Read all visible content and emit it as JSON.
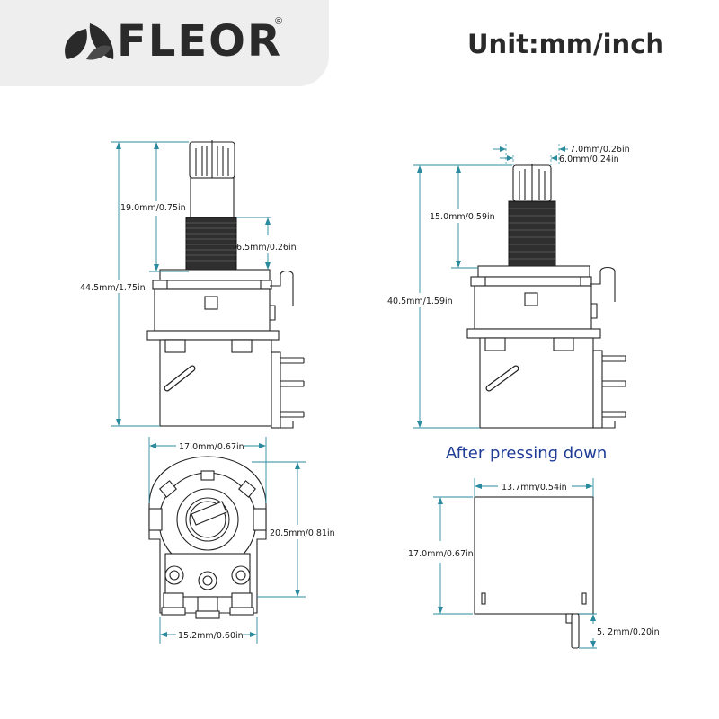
{
  "header": {
    "brand_name": "FLEOR",
    "registered_mark": "®",
    "unit_label": "Unit:mm/inch"
  },
  "side_view": {
    "total_height": "44.5mm/1.75in",
    "shaft_height": "19.0mm/0.75in",
    "thread_height": "6.5mm/0.26in"
  },
  "pressed_view": {
    "caption": "After pressing down",
    "total_height": "40.5mm/1.59in",
    "shaft_height": "15.0mm/0.59in",
    "shaft_diameter_outer": "7.0mm/0.26in",
    "shaft_diameter_inner": "6.0mm/0.24in"
  },
  "bottom_view": {
    "width": "17.0mm/0.67in",
    "height": "20.5mm/0.81in",
    "lug_width": "15.2mm/0.60in"
  },
  "switch_view": {
    "width": "13.7mm/0.54in",
    "height": "17.0mm/0.67in",
    "pin_length": "5. 2mm/0.20in"
  },
  "colors": {
    "dimension_line": "#2a8a9e",
    "outline": "#222222",
    "caption": "#1f3c96"
  }
}
